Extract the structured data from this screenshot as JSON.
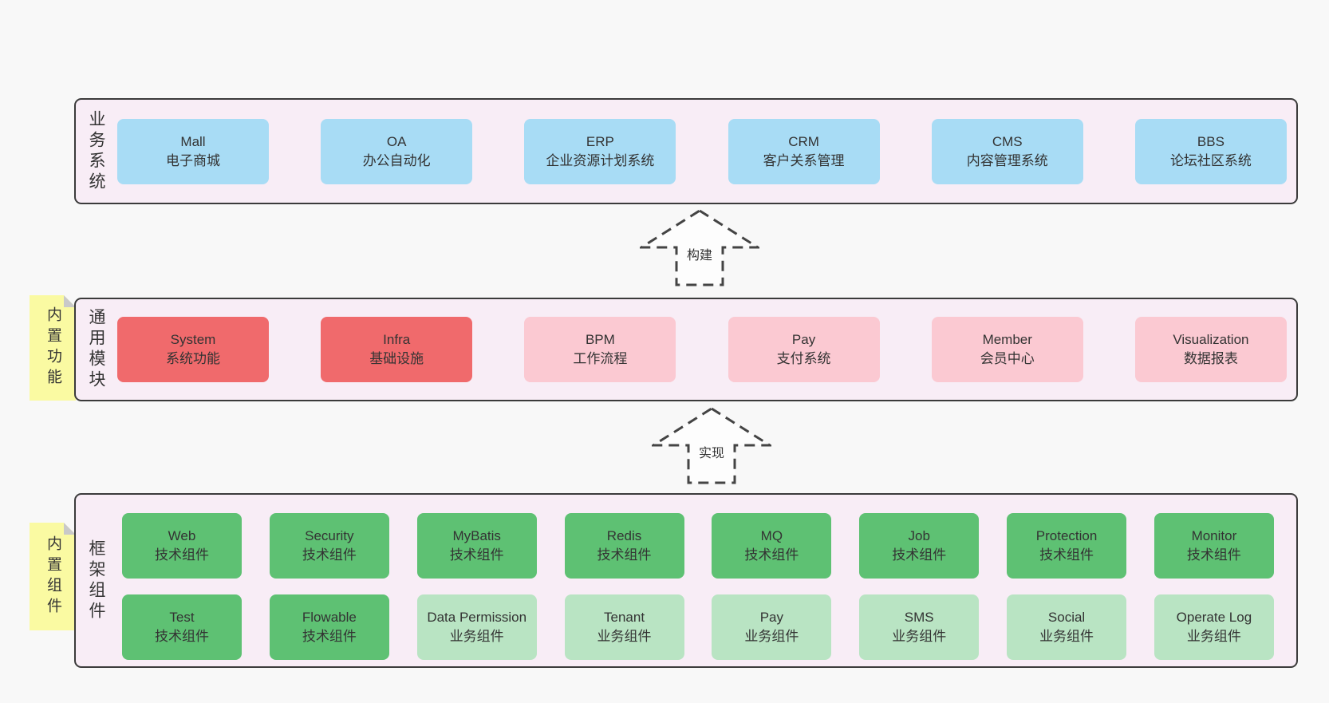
{
  "colors": {
    "background": "#f8f8f8",
    "panel-bg": "#f8edf6",
    "panel-border": "#3b3b3b",
    "blue": "#a8dcf5",
    "red": "#f06a6c",
    "pink": "#fbc9d2",
    "green": "#5ec173",
    "green-light": "#b9e4c3",
    "sticky": "#fafaa2",
    "sticky-fold": "#c9c9c9",
    "text": "#333333",
    "arrow": "#444444"
  },
  "arrows": {
    "build": "构建",
    "implement": "实现"
  },
  "panels": {
    "business": {
      "label": "业务系统",
      "boxes": [
        {
          "name": "Mall",
          "desc": "电子商城"
        },
        {
          "name": "OA",
          "desc": "办公自动化"
        },
        {
          "name": "ERP",
          "desc": "企业资源计划系统"
        },
        {
          "name": "CRM",
          "desc": "客户关系管理"
        },
        {
          "name": "CMS",
          "desc": "内容管理系统"
        },
        {
          "name": "BBS",
          "desc": "论坛社区系统"
        }
      ]
    },
    "modules": {
      "label": "通用模块",
      "sticky": "内置功能",
      "boxes": [
        {
          "name": "System",
          "desc": "系统功能",
          "variant": "red"
        },
        {
          "name": "Infra",
          "desc": "基础设施",
          "variant": "red"
        },
        {
          "name": "BPM",
          "desc": "工作流程",
          "variant": "pink"
        },
        {
          "name": "Pay",
          "desc": "支付系统",
          "variant": "pink"
        },
        {
          "name": "Member",
          "desc": "会员中心",
          "variant": "pink"
        },
        {
          "name": "Visualization",
          "desc": "数据报表",
          "variant": "pink"
        }
      ]
    },
    "components": {
      "label": "框架组件",
      "sticky": "内置组件",
      "row1": [
        {
          "name": "Web",
          "desc": "技术组件",
          "variant": "green"
        },
        {
          "name": "Security",
          "desc": "技术组件",
          "variant": "green"
        },
        {
          "name": "MyBatis",
          "desc": "技术组件",
          "variant": "green"
        },
        {
          "name": "Redis",
          "desc": "技术组件",
          "variant": "green"
        },
        {
          "name": "MQ",
          "desc": "技术组件",
          "variant": "green"
        },
        {
          "name": "Job",
          "desc": "技术组件",
          "variant": "green"
        },
        {
          "name": "Protection",
          "desc": "技术组件",
          "variant": "green"
        },
        {
          "name": "Monitor",
          "desc": "技术组件",
          "variant": "green"
        }
      ],
      "row2": [
        {
          "name": "Test",
          "desc": "技术组件",
          "variant": "green"
        },
        {
          "name": "Flowable",
          "desc": "技术组件",
          "variant": "green"
        },
        {
          "name": "Data Permission",
          "desc": "业务组件",
          "variant": "green-light"
        },
        {
          "name": "Tenant",
          "desc": "业务组件",
          "variant": "green-light"
        },
        {
          "name": "Pay",
          "desc": "业务组件",
          "variant": "green-light"
        },
        {
          "name": "SMS",
          "desc": "业务组件",
          "variant": "green-light"
        },
        {
          "name": "Social",
          "desc": "业务组件",
          "variant": "green-light"
        },
        {
          "name": "Operate Log",
          "desc": "业务组件",
          "variant": "green-light"
        }
      ]
    }
  }
}
